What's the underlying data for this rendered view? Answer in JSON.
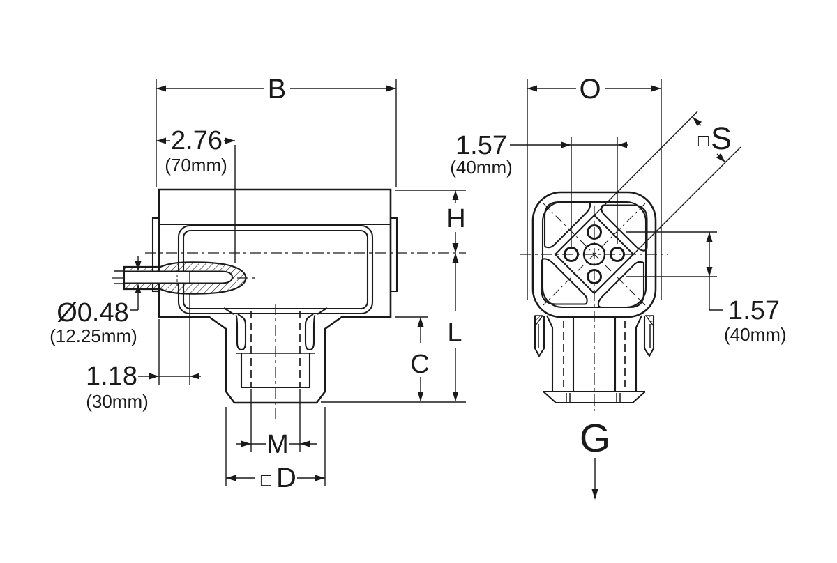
{
  "drawing": {
    "type": "engineering-dimension-drawing",
    "ink_color": "#1a1a1a",
    "background_color": "#ffffff",
    "views": [
      {
        "id": "side-section",
        "description": "side cross-section view"
      },
      {
        "id": "front",
        "description": "front view with square flange and holes"
      }
    ]
  },
  "dims": {
    "b": {
      "label": "B"
    },
    "width70": {
      "value": "2.76",
      "unit": "(70mm)"
    },
    "bore": {
      "value": "Ø0.48",
      "unit": "(12.25mm)"
    },
    "offset30": {
      "value": "1.18",
      "unit": "(30mm)"
    },
    "h": {
      "label": "H"
    },
    "l": {
      "label": "L"
    },
    "c": {
      "label": "C"
    },
    "m": {
      "label": "M"
    },
    "d": {
      "prefix": "□",
      "label": "D"
    },
    "o": {
      "label": "O"
    },
    "spacing_h": {
      "value": "1.57",
      "unit": "(40mm)"
    },
    "s": {
      "prefix": "□",
      "label": "S"
    },
    "spacing_v": {
      "value": "1.57",
      "unit": "(40mm)"
    },
    "g": {
      "label": "G"
    }
  }
}
